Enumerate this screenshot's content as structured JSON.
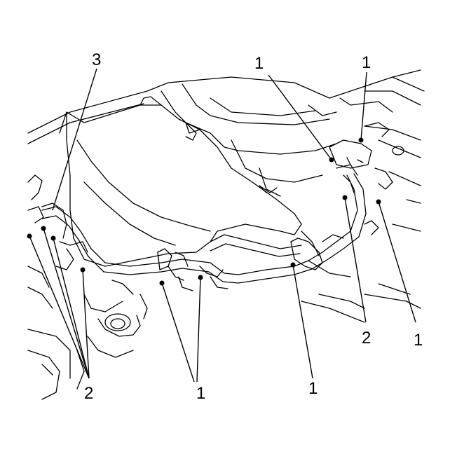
{
  "callouts": {
    "c1a": "1",
    "c1b": "1",
    "c1c": "1",
    "c1d": "1",
    "c1e": "1",
    "c2a": "2",
    "c2b": "2",
    "c3": "3"
  },
  "colors": {
    "line": "#000000",
    "background": "#ffffff"
  }
}
